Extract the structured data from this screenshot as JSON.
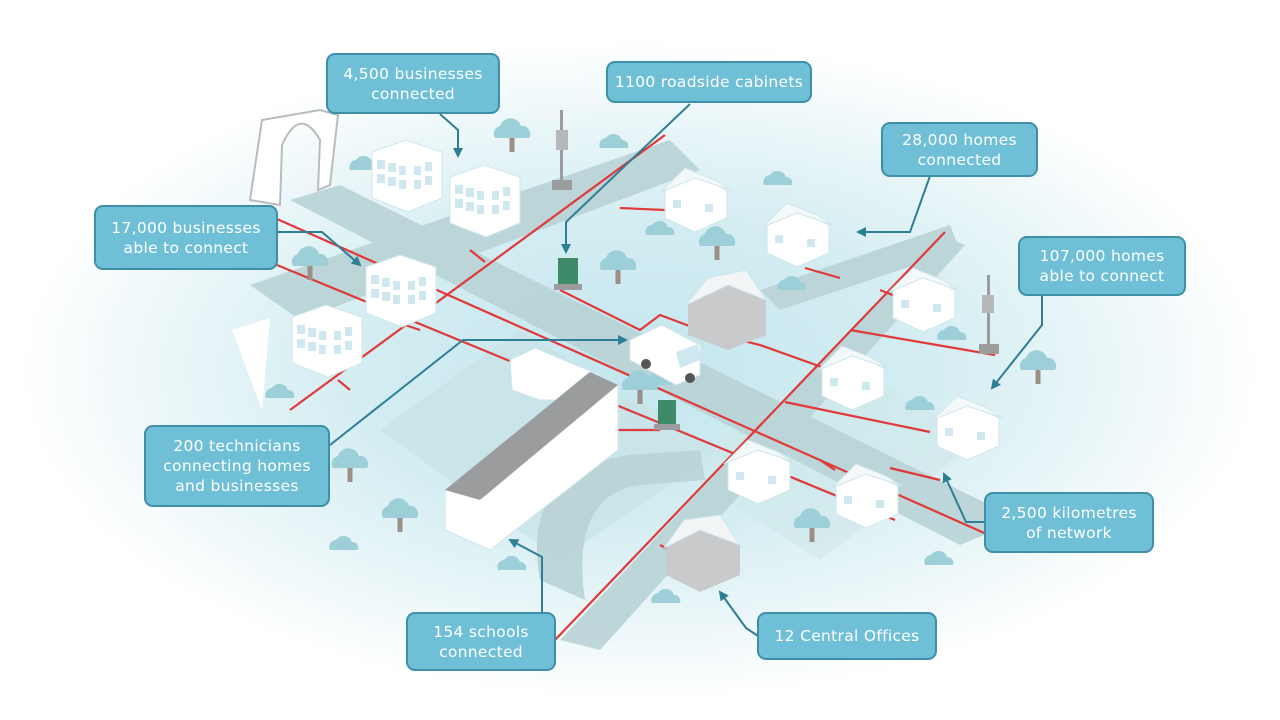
{
  "title": "Fibre network infographic",
  "colors": {
    "callout_fill": "#6fbfd7",
    "callout_border": "#3f8fa8",
    "arrow": "#2e7f96",
    "fibre_line": "#e0393a",
    "road": "#b9d3d6",
    "building": "#ffffff",
    "roof_grey": "#9a9c9e",
    "cabinet_green": "#3f8a69",
    "tree_cloud": "#9dcfd9",
    "tree_trunk": "#9d8f86"
  },
  "callouts": [
    {
      "id": "businesses-connected",
      "text": "4,500 businesses\nconnected",
      "icon": "building-icon"
    },
    {
      "id": "roadside-cabinets",
      "text": "1100 roadside cabinets",
      "icon": "cabinet-icon"
    },
    {
      "id": "homes-connected",
      "text": "28,000 homes\nconnected",
      "icon": "house-icon"
    },
    {
      "id": "homes-able-to-connect",
      "text": "107,000 homes\nable to connect",
      "icon": "house-icon"
    },
    {
      "id": "businesses-able-to-connect",
      "text": "17,000 businesses\nable to connect",
      "icon": "building-icon"
    },
    {
      "id": "technicians",
      "text": "200 technicians\nconnecting homes\nand businesses",
      "icon": "van-icon"
    },
    {
      "id": "schools-connected",
      "text": "154 schools\nconnected",
      "icon": "school-icon"
    },
    {
      "id": "central-offices",
      "text": "12 Central Offices",
      "icon": "warehouse-icon"
    },
    {
      "id": "kilometres-network",
      "text": "2,500 kilometres\nof network",
      "icon": "fibre-line-icon"
    }
  ]
}
